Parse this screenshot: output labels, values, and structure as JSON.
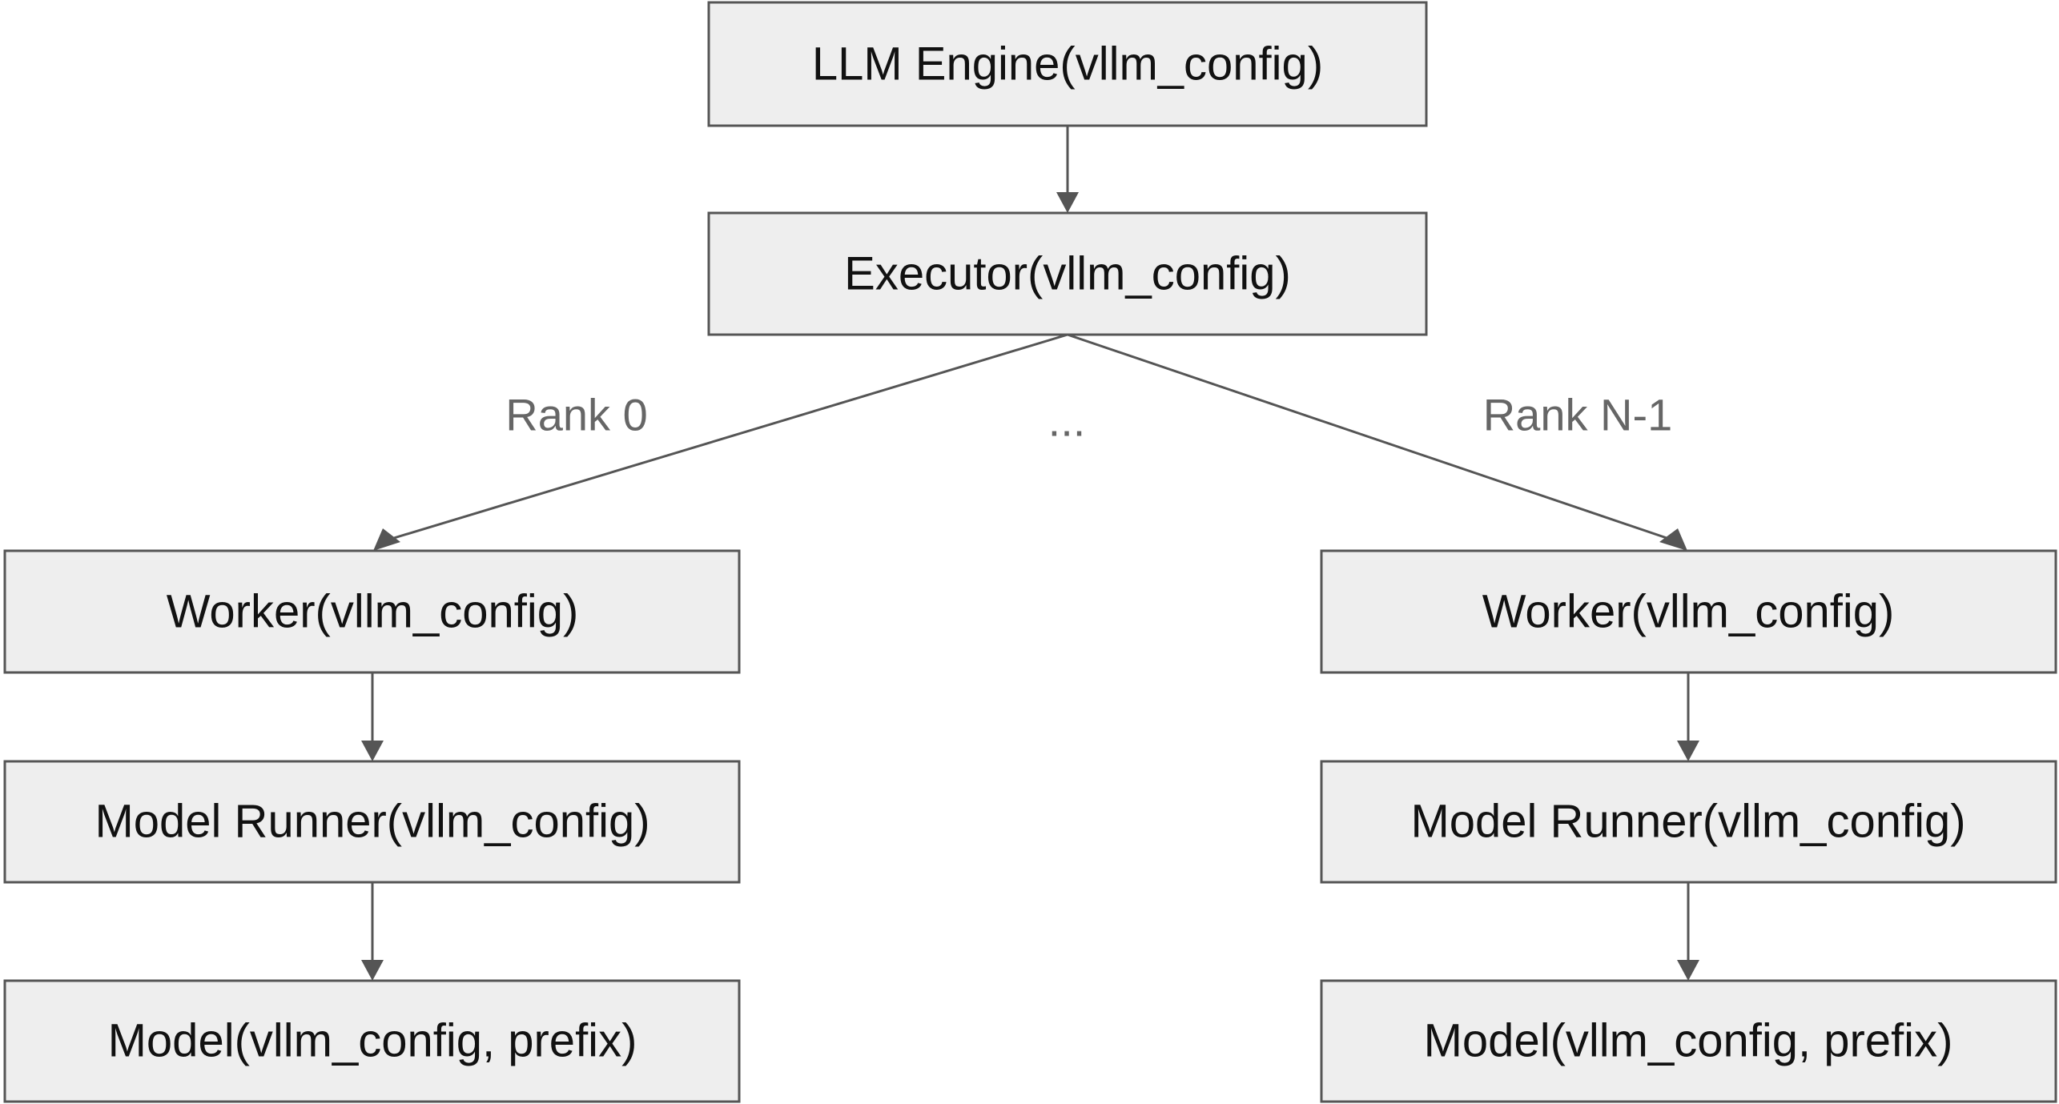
{
  "nodes": {
    "engine": "LLM Engine(vllm_config)",
    "executor": "Executor(vllm_config)",
    "left_worker": "Worker(vllm_config)",
    "left_runner": "Model Runner(vllm_config)",
    "left_model": "Model(vllm_config, prefix)",
    "right_worker": "Worker(vllm_config)",
    "right_runner": "Model Runner(vllm_config)",
    "right_model": "Model(vllm_config, prefix)"
  },
  "labels": {
    "rank_first": "Rank 0",
    "ellipsis": "...",
    "rank_last": "Rank N-1"
  },
  "colors": {
    "box_fill": "#eeeeee",
    "box_stroke": "#555555",
    "text": "#111111",
    "edge_label": "#666666"
  }
}
